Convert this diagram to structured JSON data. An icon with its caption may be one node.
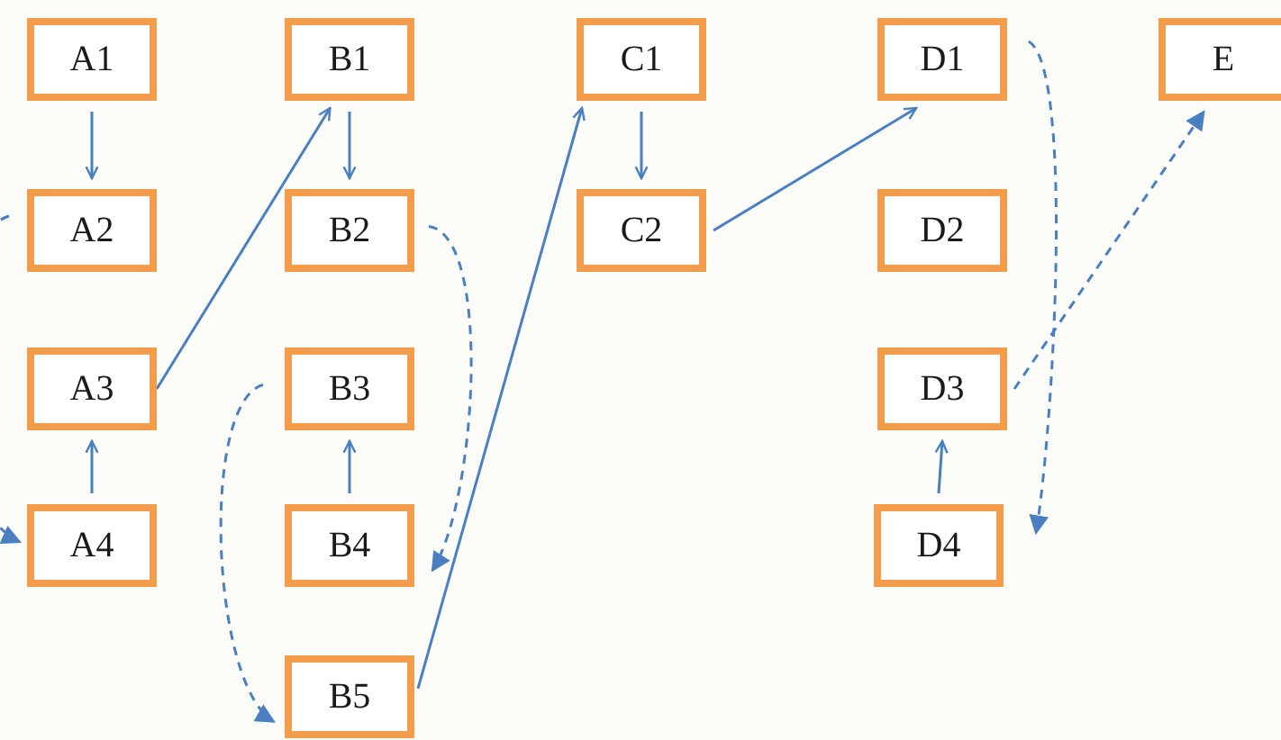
{
  "diagram": {
    "nodes": [
      {
        "text": [
          "A1"
        ]
      },
      {
        "text": [
          "A2"
        ]
      },
      {
        "text": [
          "A3"
        ]
      },
      {
        "text": [
          "A4"
        ]
      },
      {
        "text": [
          "B1"
        ]
      },
      {
        "text": [
          "B2"
        ]
      },
      {
        "text": [
          "B3"
        ]
      },
      {
        "text": [
          "B4"
        ]
      },
      {
        "text": [
          "B5"
        ]
      },
      {
        "text": [
          "C1"
        ]
      },
      {
        "text": [
          "C2"
        ]
      },
      {
        "text": [
          "D1"
        ]
      },
      {
        "text": [
          "D2"
        ]
      },
      {
        "text": [
          "D3"
        ]
      },
      {
        "text": [
          "D4"
        ]
      },
      {
        "text": [
          "E"
        ]
      }
    ],
    "edges": [
      {
        "from": 0,
        "to": 1,
        "arrow": "to"
      },
      {
        "from": 3,
        "to": 2,
        "arrow": "to"
      },
      {
        "from": 2,
        "to": 4,
        "arrow": "to"
      },
      {
        "from": 4,
        "to": 5,
        "arrow": "to"
      },
      {
        "from": 7,
        "to": 6,
        "arrow": "to"
      },
      {
        "from": 5,
        "to": 7,
        "arrow": "to",
        "style": "dashed"
      },
      {
        "from": 6,
        "to": 8,
        "arrow": "to",
        "style": "dashed"
      },
      {
        "from": 8,
        "to": 9,
        "arrow": "to"
      },
      {
        "from": 9,
        "to": 10,
        "arrow": "to"
      },
      {
        "from": 10,
        "to": 11,
        "arrow": "to"
      },
      {
        "from": 14,
        "to": 13,
        "arrow": "to"
      },
      {
        "from": 11,
        "to": 14,
        "arrow": "to",
        "style": "dashed"
      },
      {
        "from": 13,
        "to": 15,
        "arrow": "to",
        "style": "dashed"
      },
      {
        "from": 1,
        "to": 3,
        "arrow": "to",
        "style": "dashed"
      }
    ]
  }
}
